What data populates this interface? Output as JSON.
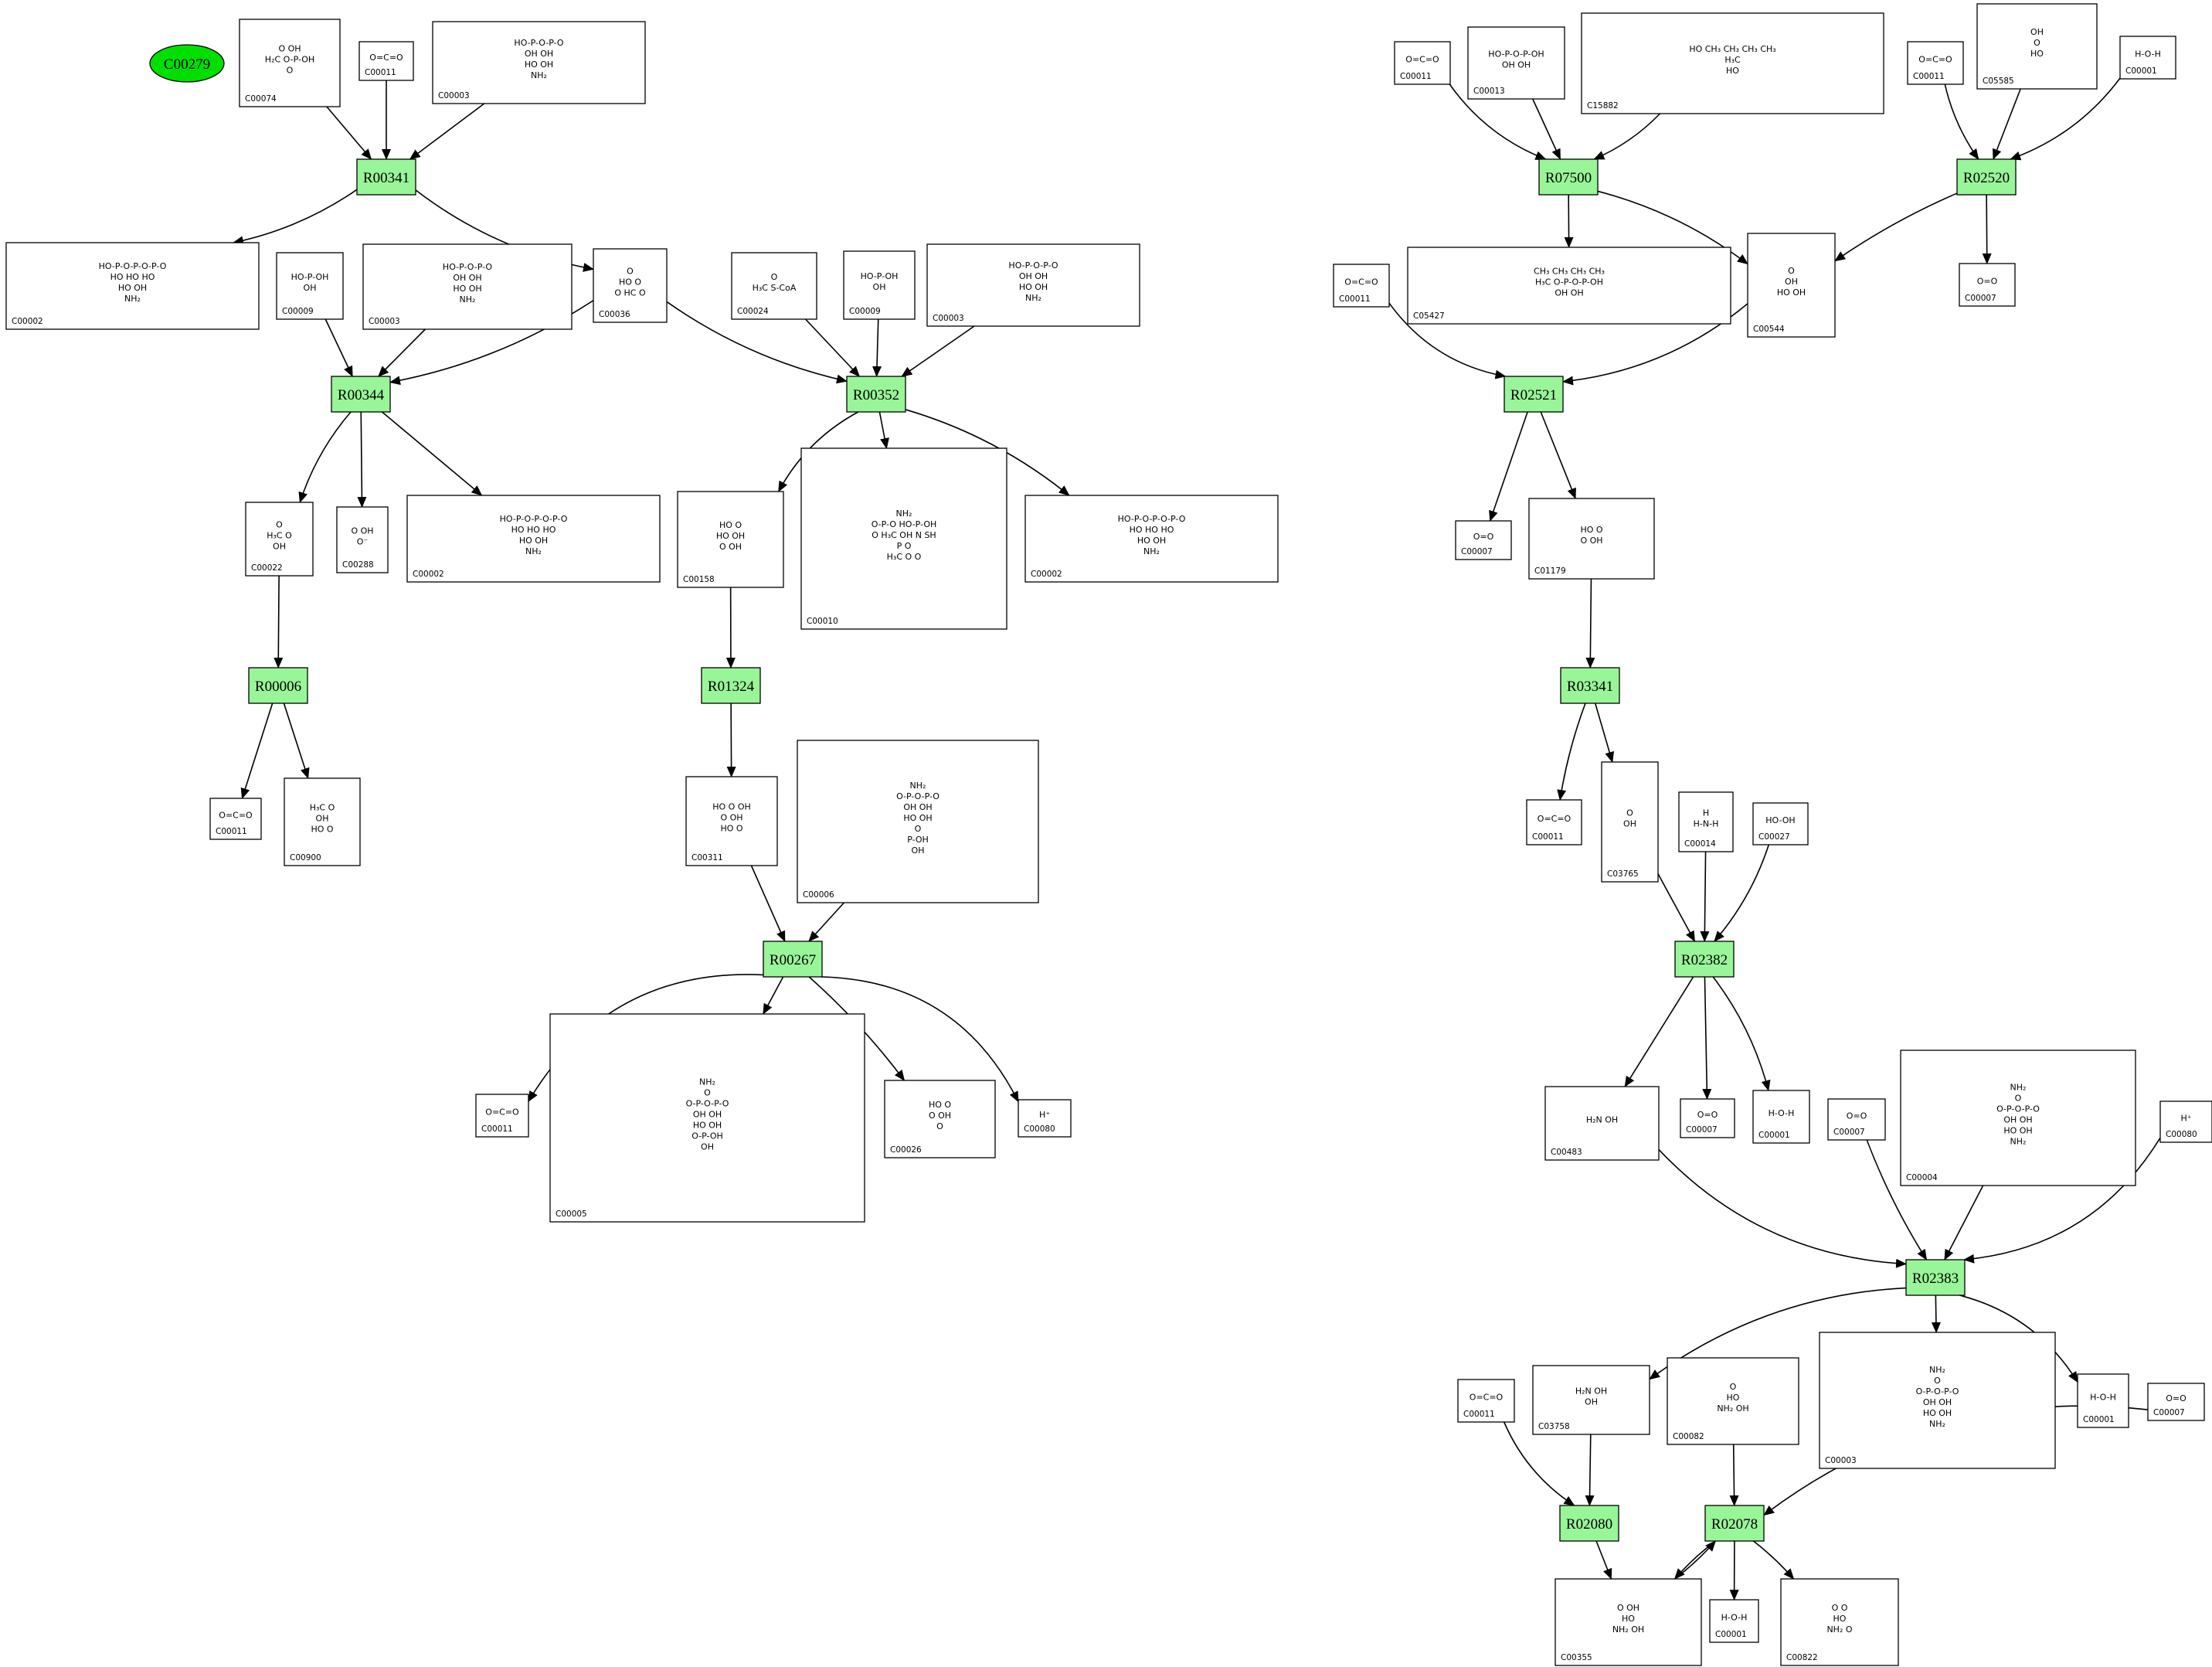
{
  "start_node": "C00279",
  "reactions": [
    "R00341",
    "R00344",
    "R00352",
    "R00006",
    "R01324",
    "R00267",
    "R07500",
    "R02520",
    "R02521",
    "R03341",
    "R02382",
    "R02383",
    "R02080",
    "R02078"
  ],
  "compounds": [
    {
      "id": "C00074",
      "formula": [
        "O   OH",
        "H₂C   O-P-OH",
        "O"
      ]
    },
    {
      "id": "C00011",
      "formula": [
        "O=C=O"
      ]
    },
    {
      "id": "C00003",
      "formula": [
        "HO-P-O-P-O",
        "OH   OH",
        "HO  OH",
        "NH₂"
      ]
    },
    {
      "id": "C00002",
      "formula": [
        "HO-P-O-P-O-P-O",
        "HO  HO  HO",
        "HO  OH",
        "NH₂"
      ]
    },
    {
      "id": "C00009",
      "formula": [
        "HO-P-OH",
        "OH"
      ]
    },
    {
      "id": "C00003",
      "formula": [
        "HO-P-O-P-O",
        "OH   OH",
        "HO  OH",
        "NH₂"
      ]
    },
    {
      "id": "C00036",
      "formula": [
        "O",
        "HO   O",
        "O  HC   O"
      ]
    },
    {
      "id": "C00024",
      "formula": [
        "O",
        "H₃C   S-CoA"
      ]
    },
    {
      "id": "C00009",
      "formula": [
        "HO-P-OH",
        "OH"
      ]
    },
    {
      "id": "C00003",
      "formula": [
        "HO-P-O-P-O",
        "OH   OH",
        "HO  OH",
        "NH₂"
      ]
    },
    {
      "id": "C00022",
      "formula": [
        "O",
        "H₃C   O",
        "OH"
      ]
    },
    {
      "id": "C00288",
      "formula": [
        "O   OH",
        "O⁻"
      ]
    },
    {
      "id": "C00002",
      "formula": [
        "HO-P-O-P-O-P-O",
        "HO  HO  HO",
        "HO  OH",
        "NH₂"
      ]
    },
    {
      "id": "C00158",
      "formula": [
        "HO   O",
        "HO   OH",
        "O   OH"
      ]
    },
    {
      "id": "C00010",
      "formula": [
        "NH₂",
        "O-P-O   HO-P-OH",
        "O   H₃C   OH   N   SH",
        "P   O",
        "H₃C   O   O"
      ]
    },
    {
      "id": "C00002",
      "formula": [
        "HO-P-O-P-O-P-O",
        "HO  HO  HO",
        "HO  OH",
        "NH₂"
      ]
    },
    {
      "id": "C00011",
      "formula": [
        "O=C=O"
      ]
    },
    {
      "id": "C00900",
      "formula": [
        "H₃C   O",
        "OH",
        "HO   O"
      ]
    },
    {
      "id": "C00311",
      "formula": [
        "HO   O   OH",
        "O   OH",
        "HO   O"
      ]
    },
    {
      "id": "C00006",
      "formula": [
        "NH₂",
        "O-P-O-P-O",
        "OH   OH",
        "HO  OH",
        "O",
        "P-OH",
        "OH"
      ]
    },
    {
      "id": "C00011",
      "formula": [
        "O=C=O"
      ]
    },
    {
      "id": "C00005",
      "formula": [
        "NH₂",
        "O",
        "O-P-O-P-O",
        "OH   OH",
        "HO  OH",
        "O-P-OH",
        "OH"
      ]
    },
    {
      "id": "C00026",
      "formula": [
        "HO   O",
        "O   OH",
        "O"
      ]
    },
    {
      "id": "C00080",
      "formula": [
        "H⁺"
      ]
    },
    {
      "id": "C00011",
      "formula": [
        "O=C=O"
      ]
    },
    {
      "id": "C00013",
      "formula": [
        "HO-P-O-P-OH",
        "OH   OH"
      ]
    },
    {
      "id": "C15882",
      "formula": [
        "HO   CH₃   CH₃   CH₃   CH₃",
        "H₃C",
        "HO"
      ]
    },
    {
      "id": "C00011",
      "formula": [
        "O=C=O"
      ]
    },
    {
      "id": "C05585",
      "formula": [
        "OH",
        "O",
        "HO"
      ]
    },
    {
      "id": "C00001",
      "formula": [
        "H-O-H"
      ]
    },
    {
      "id": "C05427",
      "formula": [
        "CH₃   CH₃   CH₃   CH₃",
        "H₃C   O-P-O-P-OH",
        "OH   OH"
      ]
    },
    {
      "id": "C00011",
      "formula": [
        "O=C=O"
      ]
    },
    {
      "id": "C00544",
      "formula": [
        "O",
        "OH",
        "HO   OH"
      ]
    },
    {
      "id": "C00007",
      "formula": [
        "O=O"
      ]
    },
    {
      "id": "C00007",
      "formula": [
        "O=O"
      ]
    },
    {
      "id": "C01179",
      "formula": [
        "HO   O",
        "O   OH"
      ]
    },
    {
      "id": "C00011",
      "formula": [
        "O=C=O"
      ]
    },
    {
      "id": "C03765",
      "formula": [
        "O",
        "OH"
      ]
    },
    {
      "id": "C00014",
      "formula": [
        "H",
        "H-N-H"
      ]
    },
    {
      "id": "C00027",
      "formula": [
        "HO-OH"
      ]
    },
    {
      "id": "C00483",
      "formula": [
        "H₂N   OH"
      ]
    },
    {
      "id": "C00007",
      "formula": [
        "O=O"
      ]
    },
    {
      "id": "C00001",
      "formula": [
        "H-O-H"
      ]
    },
    {
      "id": "C00007",
      "formula": [
        "O=O"
      ]
    },
    {
      "id": "C00004",
      "formula": [
        "NH₂",
        "O",
        "O-P-O-P-O",
        "OH   OH",
        "HO  OH",
        "NH₂"
      ]
    },
    {
      "id": "C00080",
      "formula": [
        "H⁺"
      ]
    },
    {
      "id": "C00011",
      "formula": [
        "O=C=O"
      ]
    },
    {
      "id": "C03758",
      "formula": [
        "H₂N   OH",
        "OH"
      ]
    },
    {
      "id": "C00082",
      "formula": [
        "O",
        "HO",
        "NH₂   OH"
      ]
    },
    {
      "id": "C00003",
      "formula": [
        "NH₂",
        "O",
        "O-P-O-P-O",
        "OH   OH",
        "HO  OH",
        "NH₂"
      ]
    },
    {
      "id": "C00001",
      "formula": [
        "H-O-H"
      ]
    },
    {
      "id": "C00007",
      "formula": [
        "O=O"
      ]
    },
    {
      "id": "C00355",
      "formula": [
        "O   OH",
        "HO",
        "NH₂   OH"
      ]
    },
    {
      "id": "C00001",
      "formula": [
        "H-O-H"
      ]
    },
    {
      "id": "C00822",
      "formula": [
        "O   O",
        "HO",
        "NH₂   O"
      ]
    }
  ],
  "colors": {
    "reaction_fill": "#98f598",
    "start_fill": "#00e000",
    "edge": "#000000"
  }
}
